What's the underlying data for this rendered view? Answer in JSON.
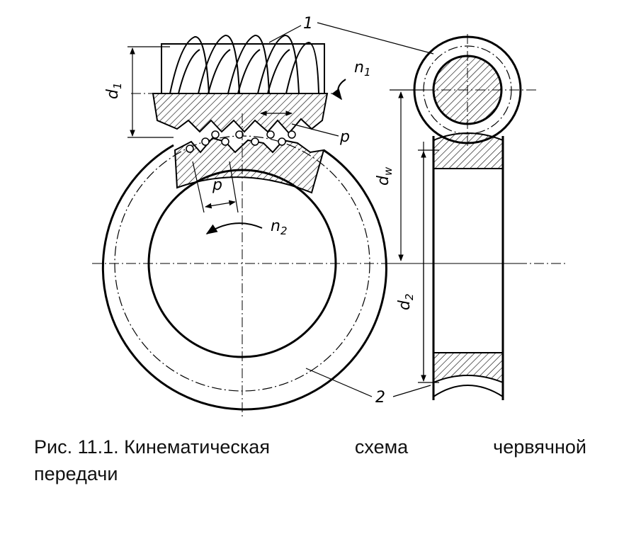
{
  "labels": {
    "d1": "d",
    "d1_sub": "1",
    "n1": "n",
    "n1_sub": "1",
    "n2": "n",
    "n2_sub": "2",
    "p_top": "p",
    "p_bottom": "p",
    "dw": "d",
    "dw_sub": "w",
    "d2": "d",
    "d2_sub": "2",
    "ref1": "1",
    "ref2": "2"
  },
  "caption": {
    "w1": "Рис. 11.1. Кинематическая",
    "w2": "схема",
    "w3": "червячной",
    "line2": "передачи"
  }
}
